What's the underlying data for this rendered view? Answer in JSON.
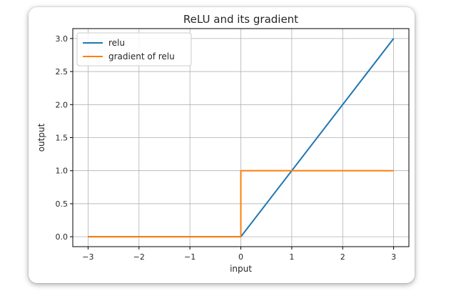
{
  "chart_data": {
    "type": "line",
    "title": "ReLU and its gradient",
    "xlabel": "input",
    "ylabel": "output",
    "xlim": [
      -3.3,
      3.3
    ],
    "ylim": [
      -0.15,
      3.15
    ],
    "xticks": [
      -3,
      -2,
      -1,
      0,
      1,
      2,
      3
    ],
    "xtick_labels": [
      "−3",
      "−2",
      "−1",
      "0",
      "1",
      "2",
      "3"
    ],
    "yticks": [
      0.0,
      0.5,
      1.0,
      1.5,
      2.0,
      2.5,
      3.0
    ],
    "ytick_labels": [
      "0.0",
      "0.5",
      "1.0",
      "1.5",
      "2.0",
      "2.5",
      "3.0"
    ],
    "grid": true,
    "legend_position": "top-left",
    "series": [
      {
        "name": "relu",
        "color": "#1f77b4",
        "x": [
          -3,
          0,
          3
        ],
        "y": [
          0,
          0,
          3
        ]
      },
      {
        "name": "gradient of relu",
        "color": "#ff7f0e",
        "x": [
          -3,
          0,
          0,
          3
        ],
        "y": [
          0,
          0,
          1,
          1
        ]
      }
    ]
  }
}
